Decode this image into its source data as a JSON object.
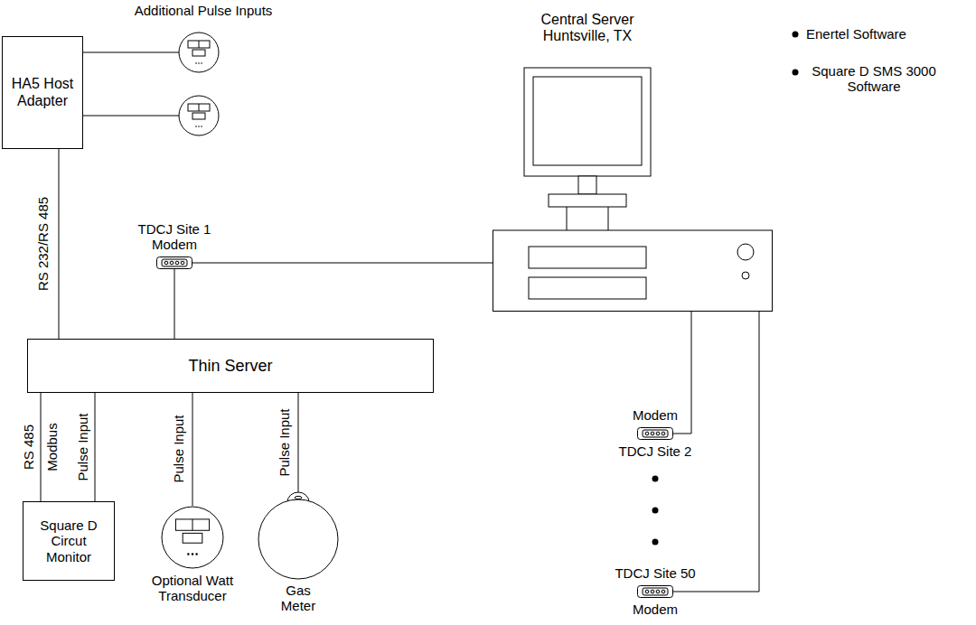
{
  "diagram": {
    "nodes": [
      {
        "text": [
          "HA5 Host Adapter"
        ]
      },
      {
        "text": [
          "Central Server Huntsville, TX"
        ]
      },
      {
        "text": [
          "TDCJ Site 1 Modem"
        ]
      },
      {
        "text": [
          "Thin Server"
        ]
      },
      {
        "text": [
          "Square D Circut Monitor"
        ]
      },
      {
        "text": [
          "Optional Watt Transducer"
        ]
      },
      {
        "text": [
          "Gas Meter"
        ]
      },
      {
        "text": [
          "Modem",
          "TDCJ Site 2"
        ]
      },
      {
        "text": [
          "TDCJ Site 50",
          "Modem"
        ]
      }
    ],
    "edges": [
      {
        "from": 0,
        "to": 3,
        "label": "RS 232/RS 485",
        "arrow": "none"
      },
      {
        "from": 3,
        "to": 4,
        "label": "RS 485",
        "arrow": "none"
      },
      {
        "from": 3,
        "to": 4,
        "label": "Pulse Input",
        "arrow": "none"
      },
      {
        "from": 3,
        "to": 5,
        "label": "Pulse Input",
        "arrow": "none"
      },
      {
        "from": 3,
        "to": 6,
        "label": "Pulse Input",
        "arrow": "none"
      },
      {
        "from": 2,
        "to": 3,
        "arrow": "none"
      },
      {
        "from": 2,
        "to": 1,
        "arrow": "none"
      },
      {
        "from": 1,
        "to": 7,
        "arrow": "none"
      },
      {
        "from": 1,
        "to": 8,
        "arrow": "none"
      }
    ],
    "labels": [
      "Additional Pulse Inputs",
      "Modbus",
      "Enertel Software",
      "Square D SMS 3000 Software"
    ]
  }
}
